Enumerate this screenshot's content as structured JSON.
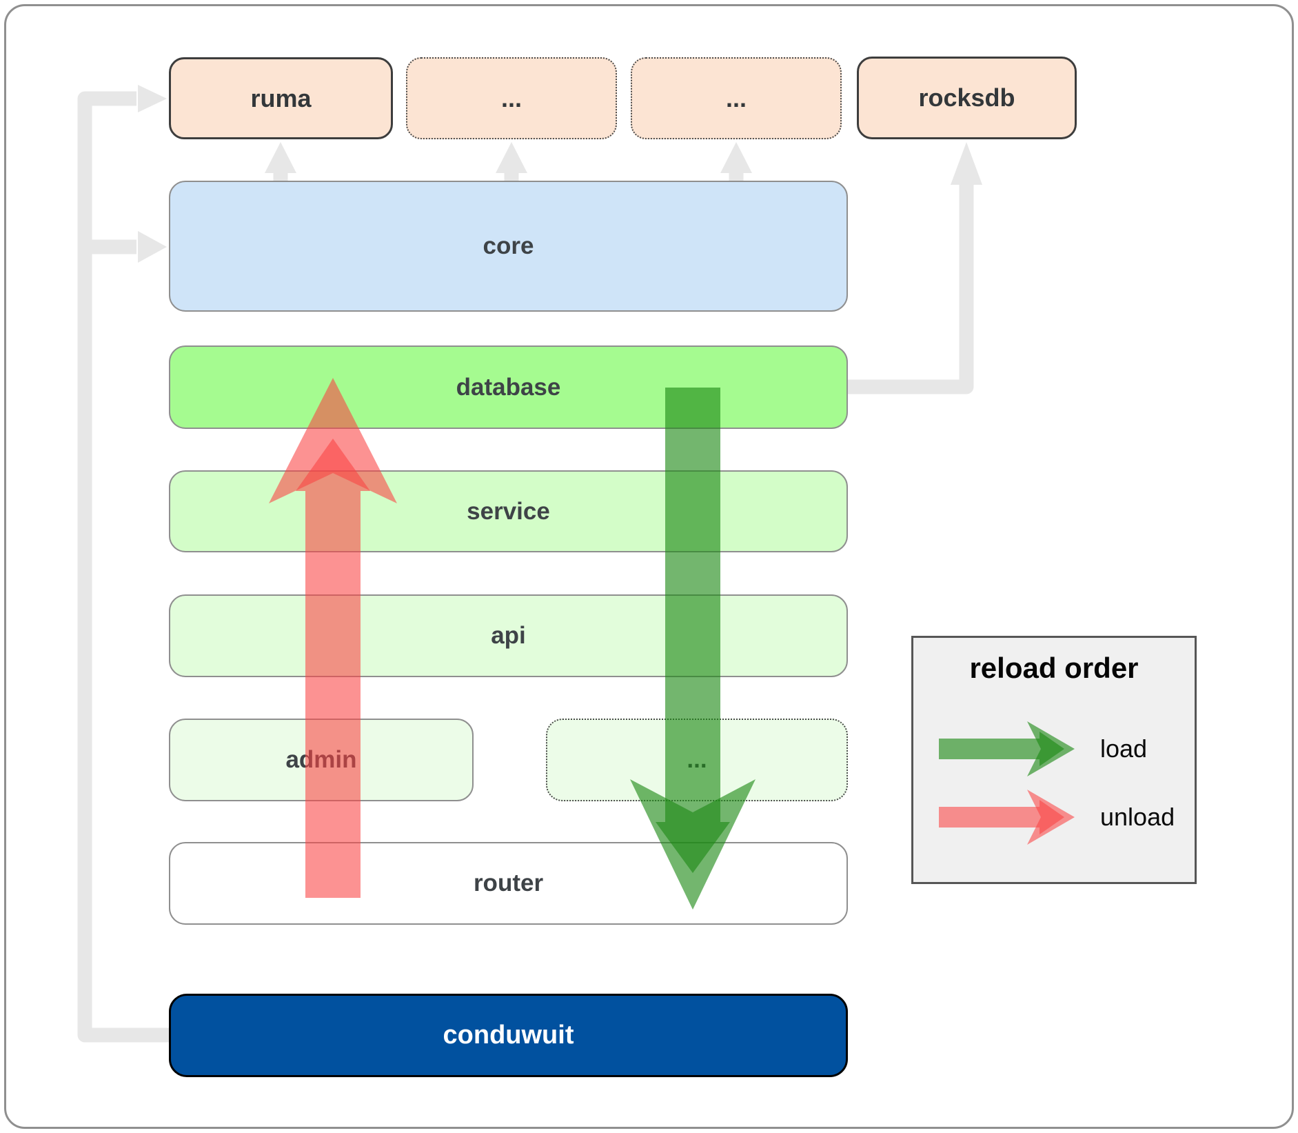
{
  "diagram": {
    "top_row": [
      {
        "label": "ruma",
        "style": "solid"
      },
      {
        "label": "...",
        "style": "dotted"
      },
      {
        "label": "...",
        "style": "dotted"
      },
      {
        "label": "rocksdb",
        "style": "solid"
      }
    ],
    "layers": [
      {
        "label": "core",
        "color": "#cfe4f8"
      },
      {
        "label": "database",
        "color": "#a5fb90"
      },
      {
        "label": "service",
        "color": "#d3fdc8"
      },
      {
        "label": "api",
        "color": "#e2fddb"
      }
    ],
    "admin_row": [
      {
        "label": "admin",
        "style": "solid",
        "color": "#ecfce8"
      },
      {
        "label": "...",
        "style": "dotted",
        "color": "#ecfce8"
      }
    ],
    "router": {
      "label": "router",
      "color": "#ffffff"
    },
    "app": {
      "label": "conduwuit",
      "color": "#01519f"
    }
  },
  "legend": {
    "title": "reload order",
    "items": [
      {
        "label": "load",
        "color": "#1d8915"
      },
      {
        "label": "unload",
        "color": "#fa4444"
      }
    ]
  },
  "colors": {
    "external_box": "#fce4d3",
    "connector_gray": "#e7e7e7",
    "load_arrow": "#1d8915",
    "unload_arrow": "#fa4444",
    "app_blue": "#01519f"
  }
}
